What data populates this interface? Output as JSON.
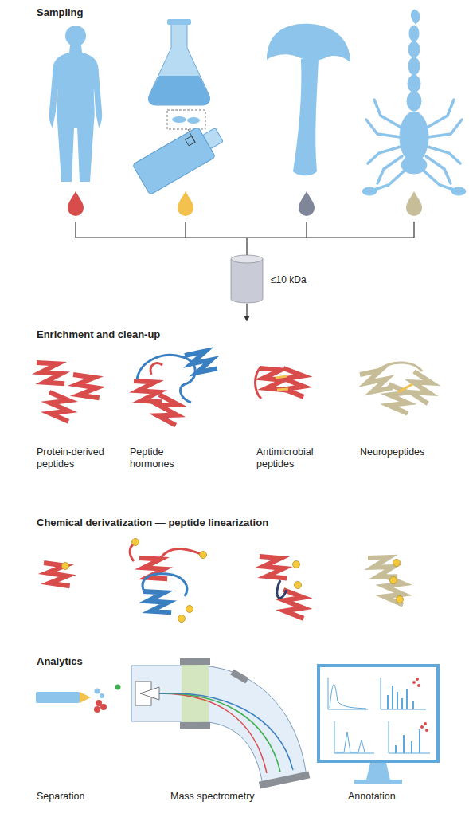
{
  "diagram": {
    "nodes": [
      {
        "text": [
          "≤10 kDa"
        ]
      }
    ],
    "labels": [
      "Sampling",
      "Enrichment and clean-up",
      "Protein-derived peptides",
      "Peptide hormones",
      "Antimicrobial peptides",
      "Neuropeptides",
      "Chemical derivatization — peptide linearization",
      "Analytics",
      "Separation",
      "Mass spectrometry",
      "Annotation"
    ]
  }
}
